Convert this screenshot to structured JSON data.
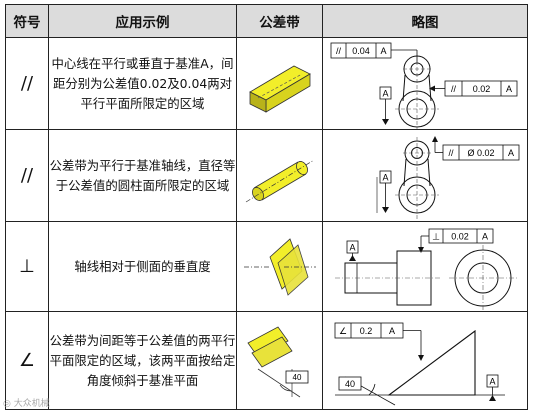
{
  "table": {
    "headers": {
      "symbol": "符号",
      "application": "应用示例",
      "tolerance_zone": "公差带",
      "sketch": "略图"
    },
    "rows": [
      {
        "symbol": "//",
        "description": "中心线在平行或垂直于基准A，间距分别为公差值0.02及0.04两对平行平面所限定的区域",
        "zone_icon": "yellow-rectangular-prism",
        "frames": [
          {
            "symbol": "//",
            "value": "0.04",
            "datum": "A"
          },
          {
            "symbol": "//",
            "value": "0.02",
            "datum": "A"
          }
        ],
        "datum_label": "A"
      },
      {
        "symbol": "//",
        "description": "公差带为平行于基准轴线，直径等于公差值的圆柱面所限定的区域",
        "zone_icon": "yellow-cylinder",
        "frames": [
          {
            "symbol": "//",
            "value": "Ø 0.02",
            "datum": "A"
          }
        ],
        "datum_label": "A"
      },
      {
        "symbol": "⊥",
        "description": "轴线相对于侧面的垂直度",
        "zone_icon": "yellow-inclined-planes",
        "frames": [
          {
            "symbol": "⊥",
            "value": "0.02",
            "datum": "A"
          }
        ],
        "datum_label": "A"
      },
      {
        "symbol": "∠",
        "description": "公差带为间距等于公差值的两平行平面限定的区域，该两平面按给定角度倾斜于基准平面",
        "zone_icon": "yellow-angled-planes",
        "zone_value": "40",
        "frames": [
          {
            "symbol": "∠",
            "value": "0.2",
            "datum": "A"
          }
        ],
        "datum_label": "A",
        "angle_value": "40"
      }
    ]
  },
  "watermark": "◎ 大众机械",
  "colors": {
    "zone_fill": "#f2ee2a",
    "zone_shade": "#b8b21a",
    "grid": "#222222"
  }
}
